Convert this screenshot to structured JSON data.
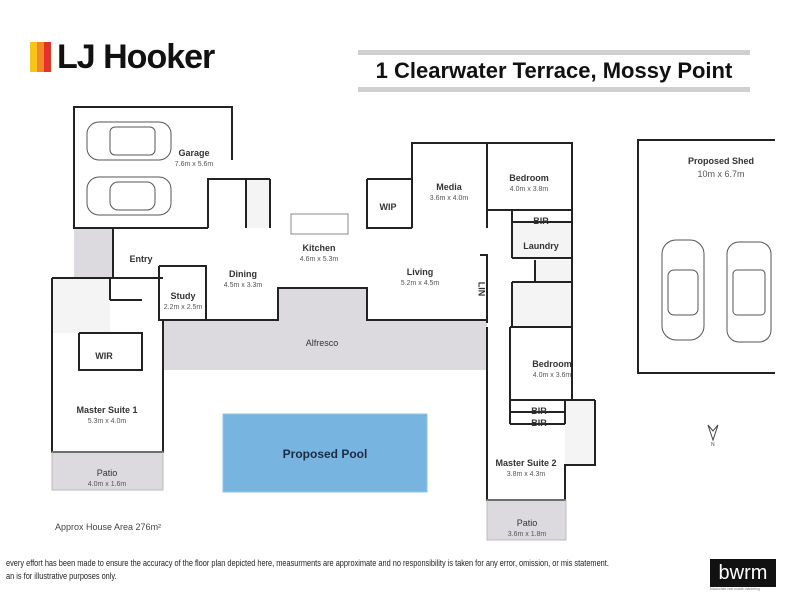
{
  "header": {
    "brand": "LJ Hooker",
    "brand_colors": [
      "#f5c518",
      "#f08a24",
      "#e4322b"
    ],
    "address": "1 Clearwater Terrace, Mossy Point"
  },
  "rooms": {
    "garage": {
      "name": "Garage",
      "dims": "7.6m x 5.6m"
    },
    "entry": {
      "name": "Entry"
    },
    "kitchen": {
      "name": "Kitchen",
      "dims": "4.6m x 5.3m"
    },
    "wip": {
      "name": "WIP"
    },
    "media": {
      "name": "Media",
      "dims": "3.6m x 4.0m"
    },
    "bedroom1": {
      "name": "Bedroom",
      "dims": "4.0m x 3.8m"
    },
    "bir1": {
      "name": "BIR"
    },
    "laundry": {
      "name": "Laundry"
    },
    "lin": {
      "name": "LIN"
    },
    "dining": {
      "name": "Dining",
      "dims": "4.5m x 3.3m"
    },
    "living": {
      "name": "Living",
      "dims": "5.2m x 4.5m"
    },
    "study": {
      "name": "Study",
      "dims": "2.2m x 2.5m"
    },
    "wir": {
      "name": "WIR"
    },
    "alfresco": {
      "name": "Alfresco"
    },
    "master1": {
      "name": "Master Suite 1",
      "dims": "5.3m x 4.0m"
    },
    "patio1": {
      "name": "Patio",
      "dims": "4.0m x 1.6m"
    },
    "pool": {
      "name": "Proposed Pool",
      "color": "#77b4e0"
    },
    "bedroom2": {
      "name": "Bedroom",
      "dims": "4.0m x 3.6m"
    },
    "bir2": {
      "name": "BIR"
    },
    "bir3": {
      "name": "BIR"
    },
    "master2": {
      "name": "Master Suite 2",
      "dims": "3.8m x 4.3m"
    },
    "patio2": {
      "name": "Patio",
      "dims": "3.6m x 1.8m"
    },
    "shed": {
      "name": "Proposed Shed",
      "dims": "10m x 6.7m"
    }
  },
  "north_label": "N",
  "area": "Approx House Area 276m²",
  "disclaimer": {
    "line1": "every effort has been made to ensure the accuracy of the floor plan depicted here, measurments are approximate and no responsibility is taken for any error, omission, or mis statement.",
    "line2": "an is for illustrative purposes only."
  },
  "footer_logo": {
    "text": "bwrm",
    "tagline": "blackwhite real estate marketing"
  }
}
